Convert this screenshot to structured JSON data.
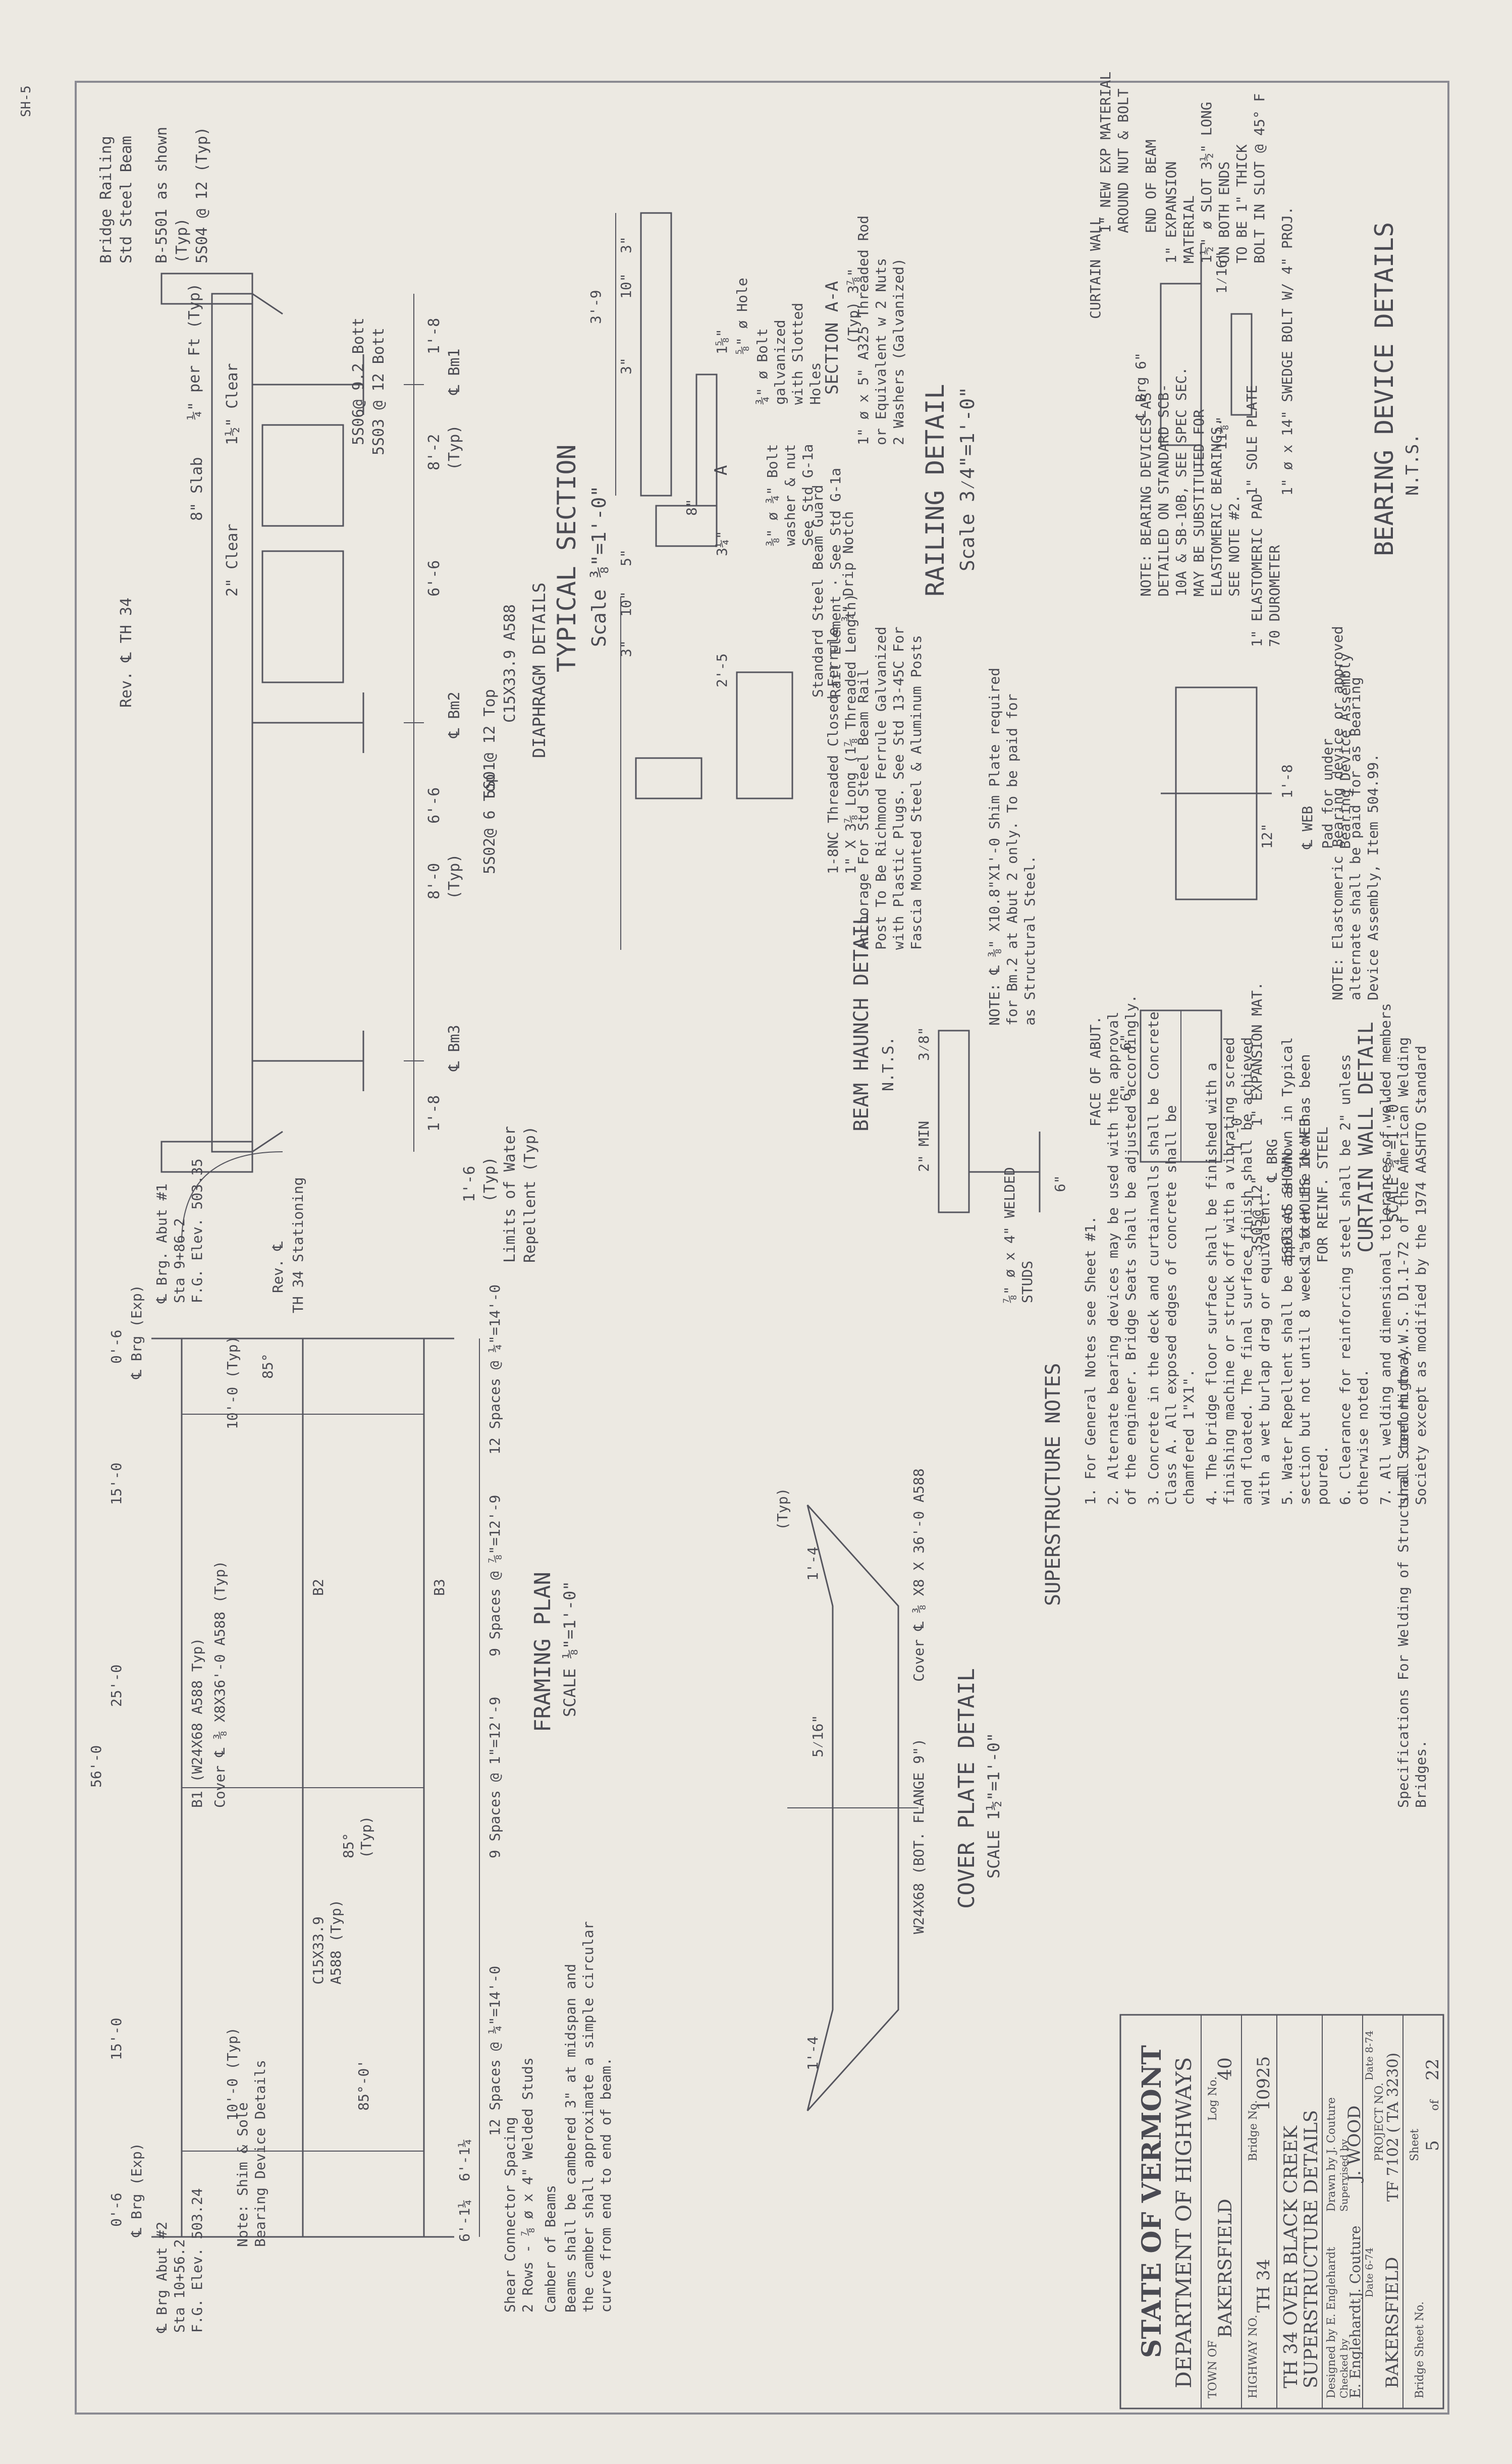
{
  "sheet_corner_label": "SH-5",
  "typical_section": {
    "rev_label": "Rev. ℄ TH 34",
    "bridge_railing": "Bridge Railing",
    "std_steel_beam": "Std Steel Beam",
    "rail_steel": "B-5501 as shown",
    "rail_typ": "(Typ)",
    "bars_top": "5S04 @ 12 (Typ)",
    "slab_8": "8\" Slab",
    "clear_2": "2\" Clear",
    "clear_15": "1½\" Clear",
    "per_ft": "¼\" per Ft (Typ)",
    "dim_1_8_left": "1'-8",
    "dim_cl_bm1": "℄ Bm1",
    "dim_8_2": "8'-2",
    "dim_8_2_typ": "(Typ)",
    "dim_6_6": "6'-6",
    "dim_cl_bm2": "℄ Bm2",
    "dim_8_0": "8'-0",
    "dim_8_0_typ": "(Typ)",
    "dim_6_6b": "6'-6",
    "dim_cl_bm3": "℄ Bm3",
    "dim_1_8_right": "1'-8",
    "dim_1_6": "1'-6",
    "dim_1_6_typ": "(Typ)",
    "bar_a": "5S03 @ 12 Bott",
    "bar_b": "5S01@ 12 Top",
    "bar_c": "5S02@ 6 Top",
    "bar_d": "5S06@ 9.2 Bott",
    "channel": "C15X33.9 A588",
    "limits_water": "Limits of Water",
    "repellent": "Repellent (Typ)",
    "diaphragm_details": "DIAPHRAGM DETAILS",
    "title": "TYPICAL SECTION",
    "scale": "Scale ⅜\"=1'-0\""
  },
  "railing_detail": {
    "dim_3_9": "3'-9",
    "dim_3": "3\"",
    "dim_10": "10\"",
    "dim_3b": "3\"",
    "dim_5": "5\"",
    "dim_10b": "10\"",
    "dim_3c": "3\"",
    "dim_8": "8\"",
    "dim_3_25": "3¼\"",
    "dim_1_5_8": "1⅝\"",
    "dim_2_5": "2'-5",
    "hole": "⅝\" ø Hole",
    "bolt1": "¾\" ø Bolt",
    "bolt2": "galvanized",
    "bolt3": "with Slotted",
    "bolt4": "Holes",
    "bolt5": "⅜\" ø ¾\" Bolt",
    "bolt6": "washer & nut",
    "bolt7": "See Std G-1a",
    "std_beam_guard": "Standard Steel Beam Guard",
    "rail_element": "Rail Element · See Std G-1a",
    "threaded_rod1": "1\" ø x 5\" A325 Threaded Rod",
    "threaded_rod2": "or Equivalent w 2 Nuts",
    "threaded_rod3": "2 Washers (Galvanized)",
    "section_aa": "SECTION A-A",
    "section_typ": "(Typ)",
    "section_dim": "3⅞\"",
    "ferrule1": "1-8NC Threaded Closed Ferrule",
    "ferrule2": "1\" X 3⅞ Long (1⅞ Threaded Length)",
    "anchor1": "Anchorage For Std Steel Beam Rail",
    "anchor2": "Post To Be Richmond Ferrule Galvanized",
    "anchor3": "with Plastic Plugs. See Std 13-45C For",
    "anchor4": "Fascia Mounted Steel & Aluminum Posts",
    "drip": "¾\" Drip Notch",
    "marker_a": "A",
    "title": "RAILING DETAIL",
    "scale": "Scale 3⁄4\"=1'-0\""
  },
  "bearing_device": {
    "curtain_wall": "CURTAIN WALL",
    "exp_mat1": "1\" NEW EXP MATERIAL",
    "exp_mat2": "AROUND NUT & BOLT",
    "end_beam": "END OF BEAM",
    "exp1": "1\" EXPANSION",
    "exp2": "MATERIAL",
    "exp3": "1½\" ø SLOT 3½\" LONG",
    "exp4": "ON BOTH ENDS",
    "exp5": "TO BE 1\" THICK",
    "exp6": "BOLT IN SLOT @ 45° F",
    "note1": "NOTE: BEARING DEVICES AS",
    "note2": "DETAILED ON STANDARD SCB-",
    "note3": "10A & SB-10B, SEE SPEC SEC.",
    "note4": "MAY BE SUBSTITUTED FOR",
    "note5": "ELASTOMERIC BEARINGS.",
    "note6": "SEE NOTE #2.",
    "sole_plate": "1\" SOLE PLATE",
    "elasto_pad": "1\" ELASTOMERIC PAD",
    "duro": "70 DUROMETER",
    "swedge": "1\" ø x 14\" SWEDGE BOLT W/ 4\" PROJ.",
    "dim_6": "6\"",
    "dim_brg": "℄ Brg",
    "dim_11": "11⅞\"",
    "dim_1_16": "1⁄16\"",
    "dim_1_8": "1'-8",
    "dim_12": "12\"",
    "dim_web": "℄ WEB",
    "pad_for": "Pad for under",
    "pad_for2": "Bearing Device Assembly",
    "title": "BEARING DEVICE DETAILS",
    "scale": "N.T.S."
  },
  "notes_lower": {
    "shim1": "NOTE: ℄ ⅜\" X10.8\"X1'-0 Shim Plate required",
    "shim2": "for Bm.2 at Abut 2 only. To be paid for",
    "shim3": "as Structural Steel.",
    "elast1": "NOTE: Elastomeric Bearing device or approved",
    "elast2": "alternate shall be paid for as Bearing",
    "elast3": "Device Assembly, Item 504.99."
  },
  "beam_haunch": {
    "dim_3_8": "3⁄8\"",
    "min2": "2\" MIN",
    "dim_6": "6\"",
    "studs1": "⅞\" ø x 4\" WELDED",
    "studs2": "STUDS",
    "title": "BEAM HAUNCH DETAIL",
    "scale": "N.T.S."
  },
  "curtain_wall": {
    "dim_6": "6\"",
    "dim_6b": "6\"",
    "dim_1_0": "1'-0",
    "face_abut": "FACE OF ABUT.",
    "exp_mat": "1\" EXPANSION MAT.",
    "brg": "℄ BRG",
    "bars1": "5S03 AS SHOWN",
    "bars2": "1\" ø HOLES IN WEB",
    "bars3": "FOR REINF. STEEL",
    "bars4": "3S05@ 12\"",
    "title": "CURTAIN WALL DETAIL",
    "scale": "SCALE ¾\"=1'-0\""
  },
  "framing_plan": {
    "rev": "Rev. ℄",
    "th34": "TH 34 Stationing",
    "abut1_1": "℄ Brg. Abut #1",
    "abut1_2": "Sta 9+86.2",
    "abut1_3": "F.G. Elev. 503.35",
    "abut2_1": "℄ Brg Abut #2",
    "abut2_2": "Sta 10+56.2",
    "abut2_3": "F.G. Elev. 503.24",
    "brg_exp_l": "℄ Brg (Exp)",
    "brg_exp_r": "℄ Brg (Exp)",
    "d_0_6_l": "0'-6",
    "d_15_l": "15'-0",
    "d_25": "25'-0",
    "d_56": "56'-0",
    "d_15_r": "15'-0",
    "d_0_6_r": "0'-6",
    "d_10_l": "10'-0 (Typ)",
    "d_10_r": "10'-0 (Typ)",
    "a_85_l": "85°",
    "a_85_c": "85°",
    "a_85_typ": "(Typ)",
    "a_85_r": "85°-0'",
    "b1": "B1 (W24X68 A588 Typ)",
    "cover": "Cover ℄ ⅜ X8X36'-0 A588 (Typ)",
    "b2": "B2",
    "b3": "B3",
    "chan1": "C15X33.9",
    "chan2": "A588 (Typ)",
    "sp1": "12 Spaces @ ¼\"=14'-0",
    "sp2": "9 Spaces @ ⅞\"=12'-9",
    "sp3": "9 Spaces @ 1\"=12'-9",
    "sp4": "12 Spaces @ ¼\"=14'-0",
    "d_6_14_l": "6'-1¼",
    "d_6_14_r": "6'-1¼",
    "plate": "Note: Shim & Sole",
    "plate2": "Bearing Device Details",
    "shear1": "Shear Connector Spacing",
    "shear2": "2 Rows - ⅞ ø x 4\" Welded Studs",
    "title": "FRAMING PLAN",
    "scale": "SCALE ⅛\"=1'-0\""
  },
  "camber": {
    "title": "Camber of Beams",
    "l1": "Beams shall be cambered 3\" at midspan and",
    "l2": "the camber shall approximate a simple circular",
    "l3": "curve from end to end of beam."
  },
  "cover_plate": {
    "dim_typ": "(Typ)",
    "dim_1_4_l": "1'-4",
    "dim_1_4_r": "1'-4",
    "weld": "5⁄16\"",
    "cover": "Cover ℄ ⅜ X8 X 36'-0 A588",
    "beam": "W24X68 (BOT. FLANGE 9\")",
    "title": "COVER PLATE DETAIL",
    "scale": "SCALE 1½\"=1'-0\""
  },
  "super_notes": {
    "title": "SUPERSTRUCTURE NOTES",
    "n1": "1. For General Notes see Sheet #1.",
    "n2a": "2. Alternate bearing devices may be used with the approval",
    "n2b": "   of the engineer. Bridge Seats shall be adjusted accordingly.",
    "n3a": "3. Concrete in the deck and curtainwalls shall be Concrete",
    "n3b": "   Class A. All exposed edges of concrete shall be",
    "n3c": "   chamfered 1\"X1\".",
    "n4a": "4. The bridge floor surface shall be finished with a",
    "n4b": "   finishing machine or struck off with a vibrating screed",
    "n4c": "   and floated. The final surface finish shall be achieved",
    "n4d": "   with a wet burlap drag or equivalent.",
    "n5a": "5. Water Repellent shall be applied as shown in Typical",
    "n5b": "   section but not until 8 weeks after the deck has been",
    "n5c": "   poured.",
    "n6a": "6. Clearance for reinforcing steel shall be 2\" unless",
    "n6b": "   otherwise noted.",
    "n7a": "7. All welding and dimensional tolerances of welded members",
    "n7b": "   shall conform to A.W.S. D1.1-72 of the American Welding",
    "n7c": "   Society except as modified by the 1974 AASHTO Standard",
    "n7d": "   Specifications For Welding of Structural Steel Highway",
    "n7e": "   Bridges."
  },
  "title_block": {
    "state": "STATE OF VERMONT",
    "dept": "DEPARTMENT OF HIGHWAYS",
    "town_lbl": "TOWN OF",
    "town": "BAKERSFIELD",
    "log_lbl": "Log No.",
    "log": "40",
    "hwy_lbl": "HIGHWAY NO.",
    "hwy": "TH 34",
    "bridge_lbl": "Bridge No.",
    "bridge": "10925",
    "project": "TH 34 OVER BLACK CREEK",
    "subject": "SUPERSTRUCTURE DETAILS",
    "designed": "Designed by E. Englehardt",
    "drawn": "Drawn by J. Couture",
    "checked": "Checked by",
    "supervised": "Supervised by",
    "eng": "E. Englehardt",
    "couture": "J. Couture",
    "wood": "J. WOOD",
    "date1": "Date 6-74",
    "date2": "Date 8-74",
    "proj_lbl": "PROJECT NO.",
    "proj": "TF 7102 ( TA 3230)",
    "place": "BAKERSFIELD",
    "sheet_lbl": "Sheet",
    "sheet": "5",
    "of": "of",
    "total": "22",
    "bsheet": "Bridge Sheet No."
  }
}
